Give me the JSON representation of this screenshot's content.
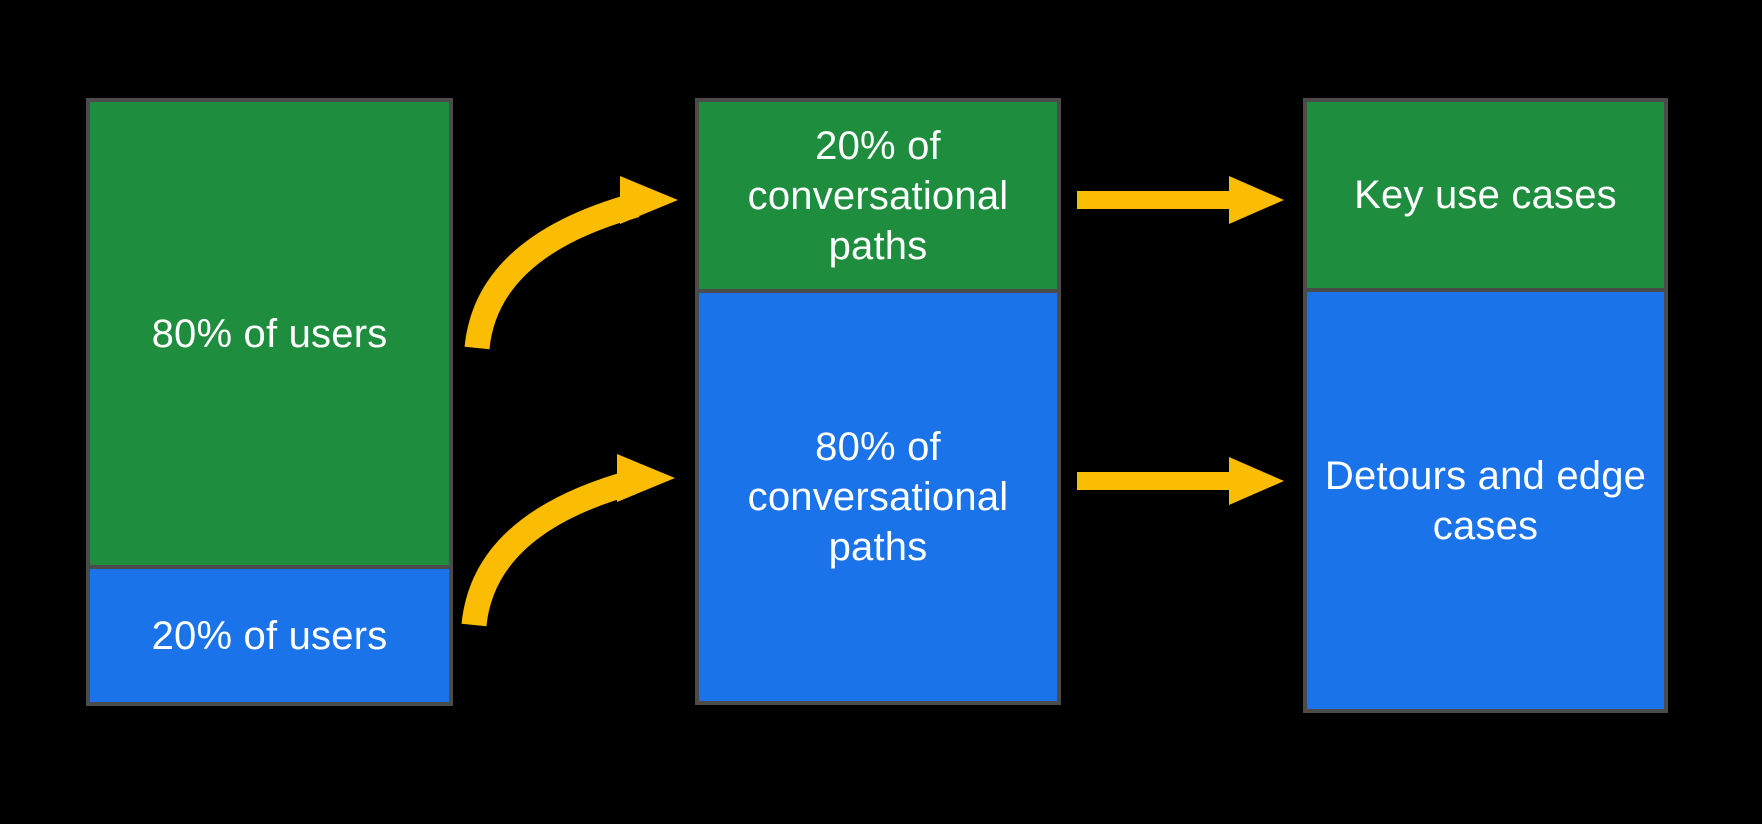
{
  "colors": {
    "background": "#000000",
    "green": "#1E8E3E",
    "blue": "#1A73E8",
    "arrow": "#FBBC04",
    "border": "#4A4B4A",
    "text": "#FFFFFF"
  },
  "columns": [
    {
      "name": "users",
      "segments": [
        {
          "id": "users-80",
          "color": "#1E8E3E",
          "label": "80% of users"
        },
        {
          "id": "users-20",
          "color": "#1A73E8",
          "label": "20% of users"
        }
      ]
    },
    {
      "name": "conversational-paths",
      "segments": [
        {
          "id": "paths-20",
          "color": "#1E8E3E",
          "label": "20% of conversational paths"
        },
        {
          "id": "paths-80",
          "color": "#1A73E8",
          "label": "80% of conversational paths"
        }
      ]
    },
    {
      "name": "outcomes",
      "segments": [
        {
          "id": "key-use-cases",
          "color": "#1E8E3E",
          "label": "Key use cases"
        },
        {
          "id": "detours-edge-cases",
          "color": "#1A73E8",
          "label": "Detours and edge cases"
        }
      ]
    }
  ],
  "arrows": [
    {
      "type": "curved",
      "from": "80% of users",
      "to": "20% of conversational paths"
    },
    {
      "type": "curved",
      "from": "20% of users",
      "to": "80% of conversational paths"
    },
    {
      "type": "straight",
      "from": "20% of conversational paths",
      "to": "Key use cases"
    },
    {
      "type": "straight",
      "from": "80% of conversational paths",
      "to": "Detours and edge cases"
    }
  ]
}
